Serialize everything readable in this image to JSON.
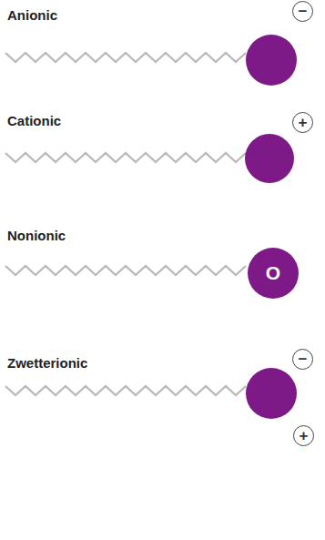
{
  "diagram": {
    "nodes": [
      {
        "text": [
          "−"
        ]
      },
      {
        "text": [
          "+"
        ]
      },
      {
        "text": [
          "O"
        ]
      },
      {
        "text": [
          "−"
        ]
      },
      {
        "text": [
          "+"
        ]
      }
    ],
    "labels": [
      "Anionic",
      "Cationic",
      "Nonionic",
      "Zwetterionic"
    ]
  }
}
